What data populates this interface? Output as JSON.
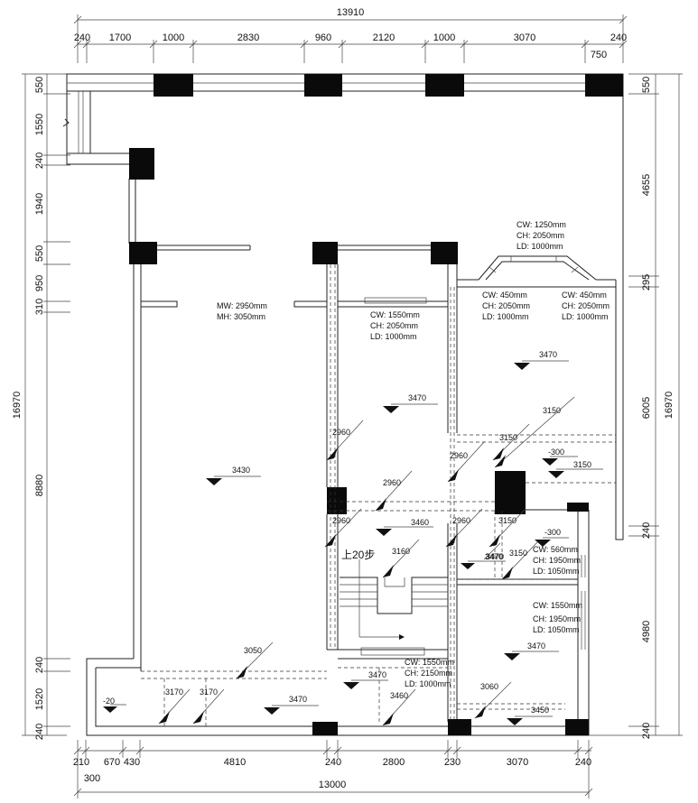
{
  "dimensions": {
    "top_total": "13910",
    "top_segments": [
      "240",
      "1700",
      "1000",
      "2830",
      "960",
      "2120",
      "1000",
      "3070",
      "240"
    ],
    "top_sub": "750",
    "bottom_total": "13000",
    "bottom_segments": [
      "210",
      "670",
      "430",
      "4810",
      "240",
      "2800",
      "230",
      "3070",
      "240"
    ],
    "bottom_sub": "300",
    "left_total": "16970",
    "left_segments": [
      "550",
      "1550",
      "240",
      "1940",
      "550",
      "950",
      "310",
      "8880",
      "240",
      "1520",
      "240"
    ],
    "right_total": "16970",
    "right_segments": [
      "550",
      "4655",
      "295",
      "6005",
      "240",
      "4980",
      "240"
    ]
  },
  "openings": [
    {
      "cw": "CW: 1250mm",
      "ch": "CH: 2050mm",
      "ld": "LD: 1000mm"
    },
    {
      "cw": "CW: 450mm",
      "ch": "CH: 2050mm",
      "ld": "LD: 1000mm"
    },
    {
      "cw": "CW: 450mm",
      "ch": "CH: 2050mm",
      "ld": "LD: 1000mm"
    },
    {
      "cw": "MW: 2950mm",
      "ch": "MH: 3050mm"
    },
    {
      "cw": "CW: 1550mm",
      "ch": "CH: 2050mm",
      "ld": "LD: 1000mm"
    },
    {
      "cw": "CW: 560mm",
      "ch": "CH: 1950mm",
      "ld": "LD: 1050mm"
    },
    {
      "cw": "CW: 1550mm",
      "ch": "CH: 1950mm",
      "ld": "LD: 1050mm"
    },
    {
      "cw": "CW: 1550mm",
      "ch": "CH: 2150mm",
      "ld": "LD: 1000mm"
    }
  ],
  "level_marks": [
    "3470",
    "3470",
    "3430",
    "3150",
    "-300",
    "3460",
    "-300",
    "3470",
    "3470",
    "3470",
    "3450",
    "-20"
  ],
  "height_marks": [
    "3150",
    "2960",
    "2960",
    "2960",
    "3150",
    "2960",
    "2960",
    "3160",
    "3150",
    "3150",
    "3470",
    "3050",
    "3170",
    "3170",
    "3060",
    "3460"
  ],
  "stair_label": "上20步"
}
